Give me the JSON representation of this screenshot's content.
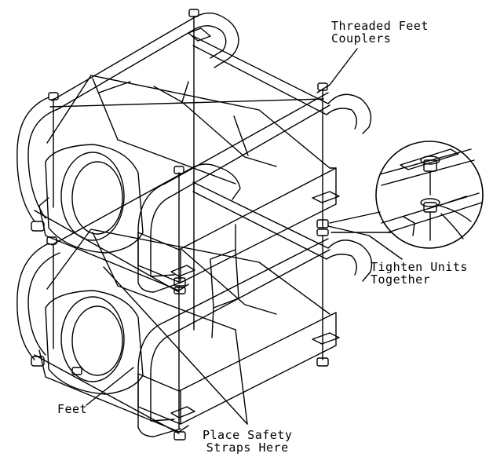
{
  "callouts": {
    "couplers": {
      "line1": "Threaded Feet",
      "line2": "Couplers"
    },
    "tighten": {
      "line1": "Tighten Units",
      "line2": "Together"
    },
    "feet": {
      "line1": "Feet"
    },
    "straps": {
      "line1": "Place Safety",
      "line2": "Straps Here"
    }
  },
  "colors": {
    "ink": "#000000",
    "paper": "#ffffff"
  }
}
